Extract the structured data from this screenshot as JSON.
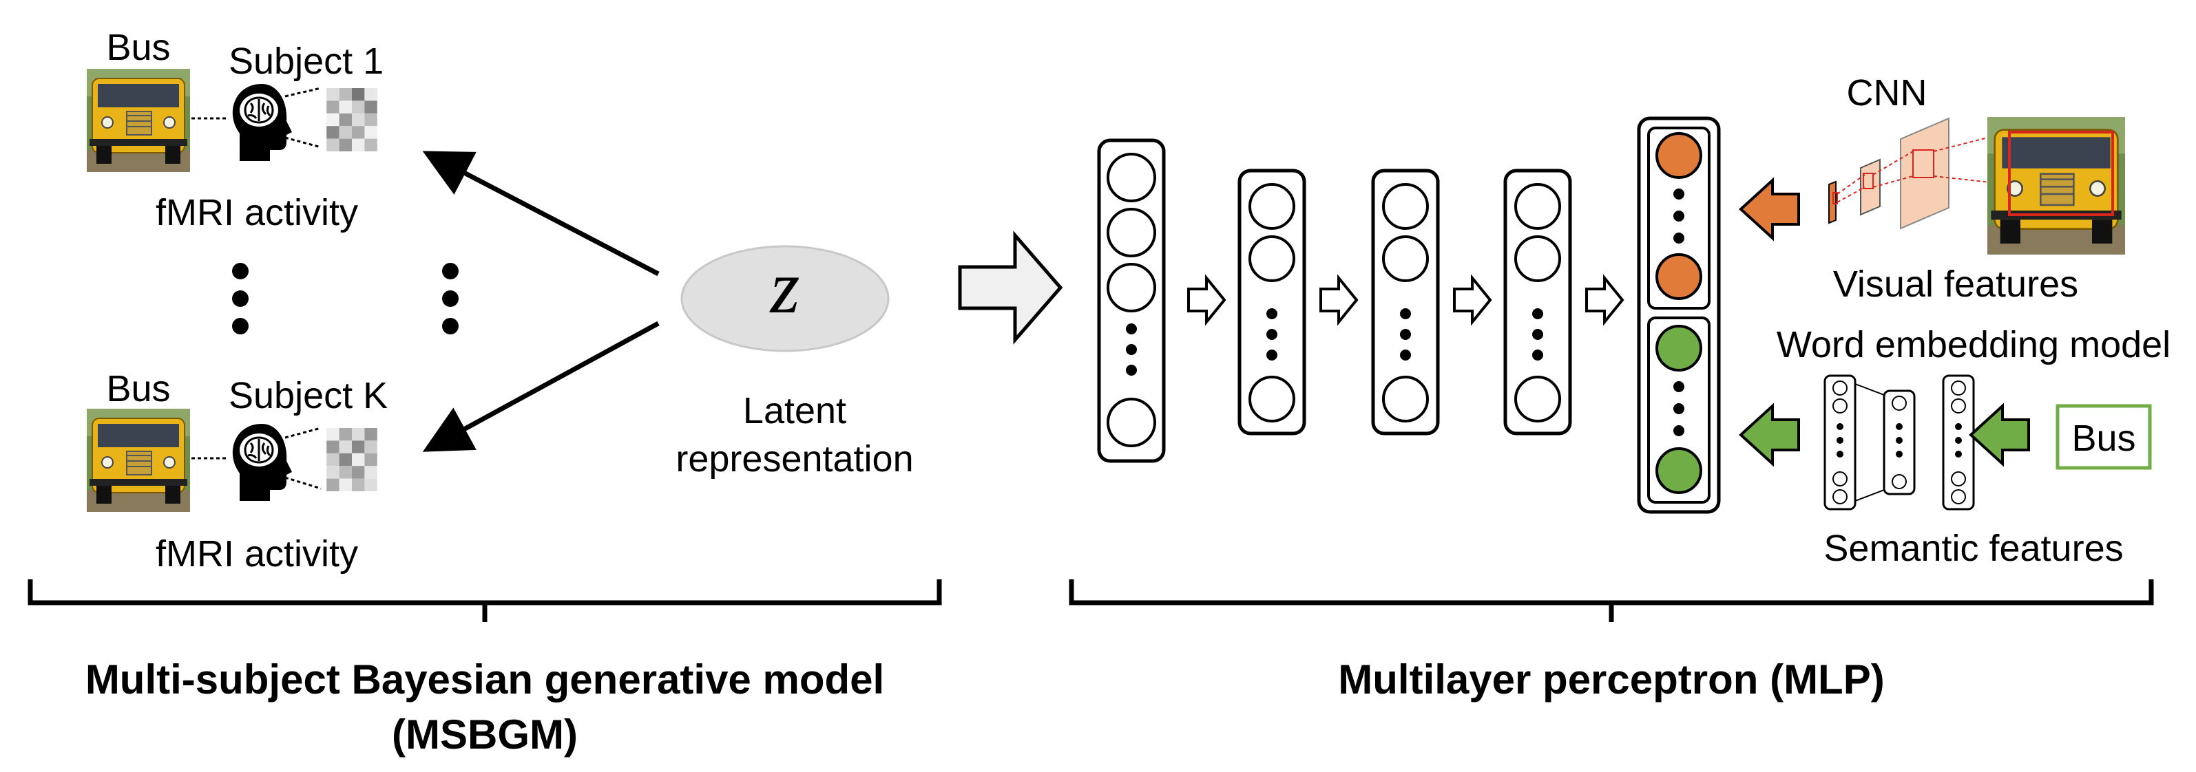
{
  "left_panel": {
    "subject_1": {
      "object_label": "Bus",
      "subject_prefix": "Subject ",
      "subject_index": "1",
      "activity_label": "fMRI activity"
    },
    "subject_k": {
      "object_label": "Bus",
      "subject_prefix": "Subject ",
      "subject_index": "K",
      "activity_label": "fMRI activity"
    },
    "latent_symbol": "z",
    "latent_label_line1": "Latent",
    "latent_label_line2": "representation",
    "title_line1": "Multi-subject Bayesian generative model",
    "title_line2": "(MSBGM)"
  },
  "right_panel": {
    "cnn_label": "CNN",
    "visual_features_label": "Visual features",
    "word_model_label": "Word embedding model",
    "word_input": "Bus",
    "semantic_features_label": "Semantic features",
    "title": "Multilayer perceptron (MLP)"
  },
  "colors": {
    "visual_node": "#e07b39",
    "semantic_node": "#70ad47",
    "latent_fill": "#e0e0e0",
    "bus_yellow": "#e8b417",
    "cnn_layer": "#f6cfb4",
    "cnn_dotted": "#d9261c"
  },
  "icons": [
    "bus-photo",
    "brain-head-icon",
    "fmri-pattern",
    "arrow-icon",
    "neural-network-icon"
  ]
}
